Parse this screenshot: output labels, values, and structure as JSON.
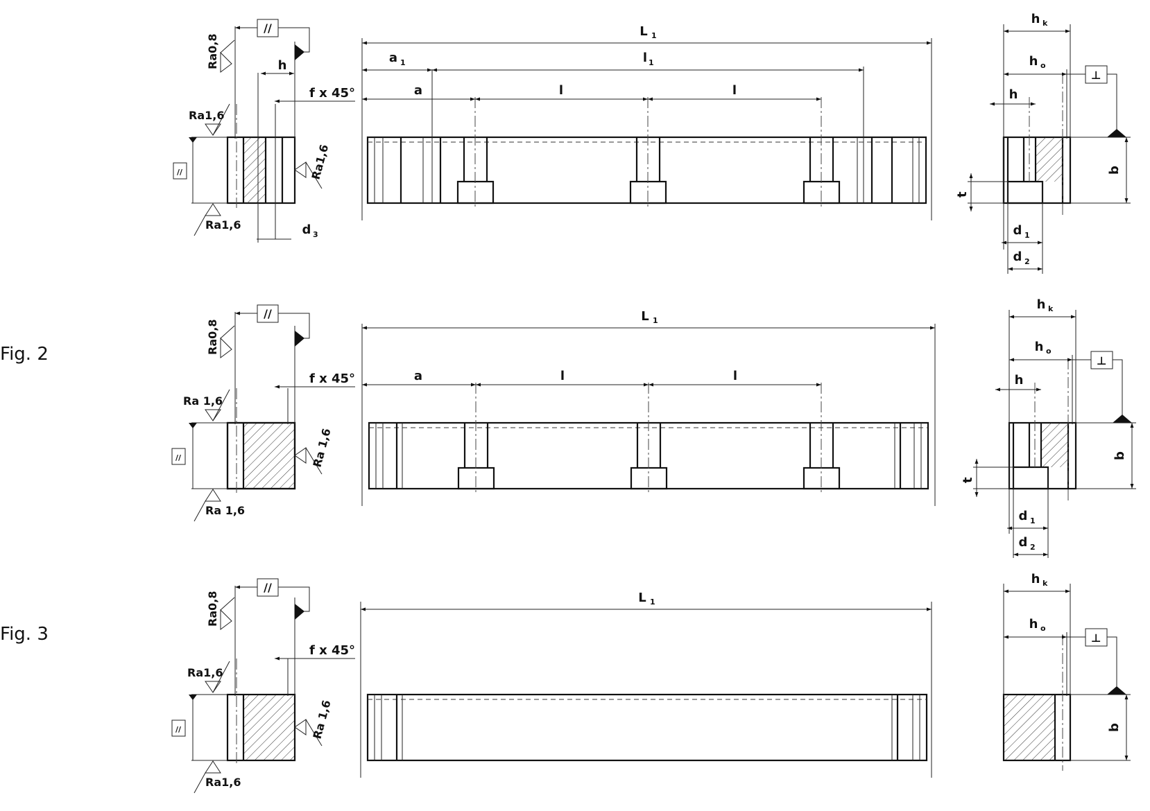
{
  "figures": [
    {
      "label": "",
      "left_view": {
        "roughness": [
          "Ra0,8",
          "Ra1,6",
          "Ra1,6",
          "Ra1,6"
        ],
        "chamfer": "f x 45°",
        "dims": [
          "h",
          "d3"
        ],
        "parallelism_symbol": "//"
      },
      "front_view": {
        "dims": [
          "L1",
          "a1",
          "l1",
          "a",
          "l",
          "l"
        ],
        "holes": 3
      },
      "right_view": {
        "dims": [
          "hk",
          "ho",
          "h",
          "t",
          "b",
          "d1",
          "d2"
        ],
        "perpendicularity_symbol": "⊥"
      }
    },
    {
      "label": "Fig. 2",
      "left_view": {
        "roughness": [
          "Ra0,8",
          "Ra 1,6",
          "Ra 1,6",
          "Ra 1,6"
        ],
        "chamfer": "f x 45°",
        "parallelism_symbol": "//"
      },
      "front_view": {
        "dims": [
          "L1",
          "a",
          "l",
          "l"
        ],
        "holes": 3
      },
      "right_view": {
        "dims": [
          "hk",
          "ho",
          "h",
          "t",
          "b",
          "d1",
          "d2"
        ],
        "perpendicularity_symbol": "⊥"
      }
    },
    {
      "label": "Fig. 3",
      "left_view": {
        "roughness": [
          "Ra0,8",
          "Ra1,6",
          "Ra 1,6",
          "Ra1,6"
        ],
        "chamfer": "f x 45°",
        "parallelism_symbol": "//"
      },
      "front_view": {
        "dims": [
          "L1"
        ],
        "holes": 0
      },
      "right_view": {
        "dims": [
          "hk",
          "ho",
          "b"
        ],
        "perpendicularity_symbol": "⊥"
      }
    }
  ]
}
